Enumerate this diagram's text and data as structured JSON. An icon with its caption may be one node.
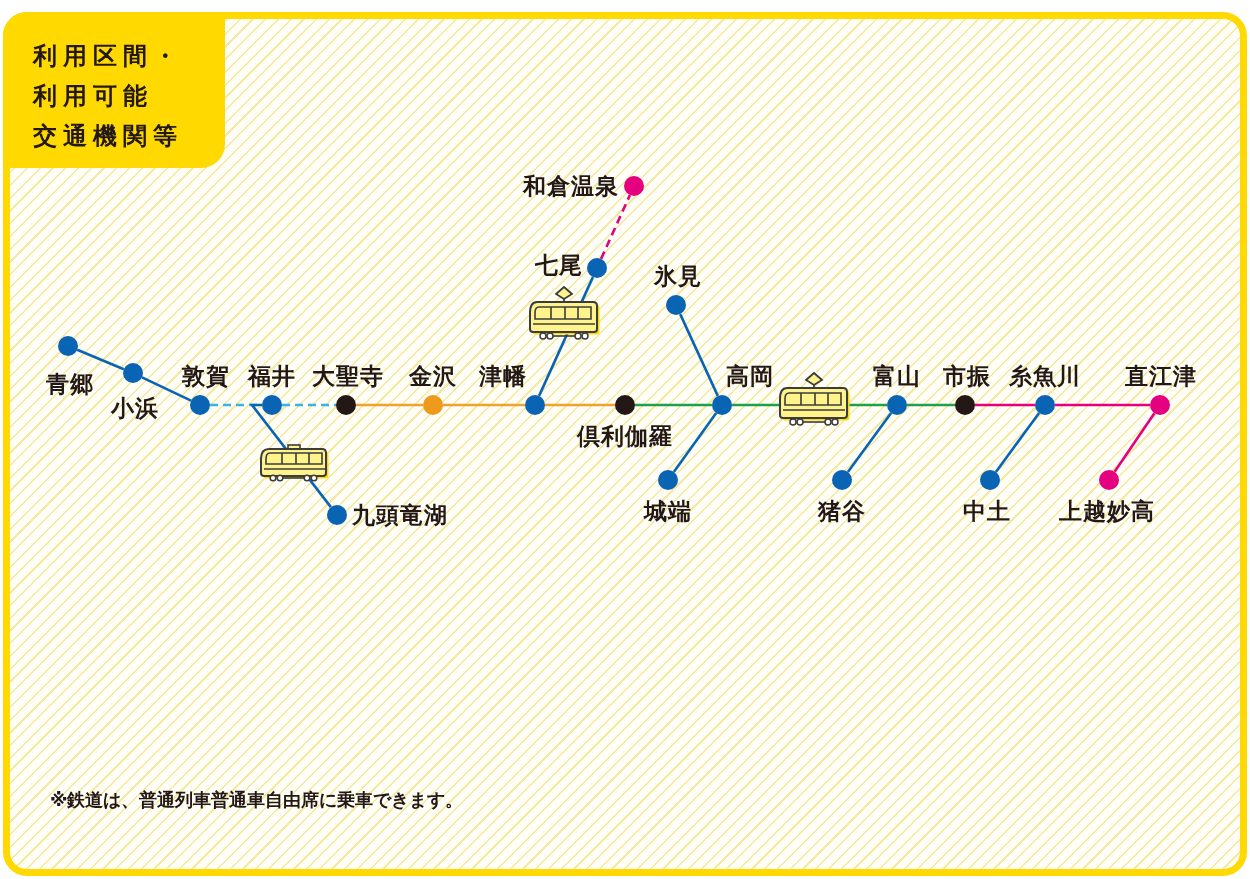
{
  "diagram": {
    "title": "利用区間・利用可能交通機関等",
    "nodes": [
      {
        "text": [],
        "shape": "circle",
        "beside": [
          "和倉温泉"
        ]
      },
      {
        "text": [],
        "shape": "circle",
        "beside": [
          "七尾"
        ]
      },
      {
        "text": [],
        "shape": "circle",
        "beside": [
          "氷見"
        ]
      },
      {
        "text": [],
        "shape": "circle",
        "beside": [
          "青郷"
        ]
      },
      {
        "text": [],
        "shape": "circle",
        "beside": [
          "小浜"
        ]
      },
      {
        "text": [],
        "shape": "circle",
        "beside": [
          "敦賀"
        ]
      },
      {
        "text": [],
        "shape": "circle",
        "beside": [
          "福井"
        ]
      },
      {
        "text": [],
        "shape": "circle",
        "beside": [
          "大聖寺"
        ]
      },
      {
        "text": [],
        "shape": "circle",
        "beside": [
          "金沢"
        ]
      },
      {
        "text": [],
        "shape": "circle",
        "beside": [
          "津幡"
        ]
      },
      {
        "text": [],
        "shape": "circle",
        "beside": [
          "高岡"
        ]
      },
      {
        "text": [],
        "shape": "circle",
        "beside": [
          "富山"
        ]
      },
      {
        "text": [],
        "shape": "circle",
        "beside": [
          "市振"
        ]
      },
      {
        "text": [],
        "shape": "circle",
        "beside": [
          "糸魚川"
        ]
      },
      {
        "text": [],
        "shape": "circle",
        "beside": [
          "直江津"
        ]
      },
      {
        "text": [],
        "shape": "circle",
        "beside": [
          "倶利伽羅"
        ]
      },
      {
        "text": [],
        "shape": "circle",
        "beside": [
          "城端"
        ]
      },
      {
        "text": [],
        "shape": "circle",
        "beside": [
          "猪谷"
        ]
      },
      {
        "text": [],
        "shape": "circle",
        "beside": [
          "中土"
        ]
      },
      {
        "text": [],
        "shape": "circle",
        "beside": [
          "上越妙高"
        ]
      },
      {
        "text": [],
        "shape": "circle",
        "beside": [
          "九頭竜湖"
        ]
      }
    ],
    "edges": [
      {
        "from": 3,
        "to": 4,
        "arrow": "none"
      },
      {
        "from": 4,
        "to": 5,
        "arrow": "none"
      },
      {
        "from": 5,
        "to": 6,
        "arrow": "none",
        "style": "dashed",
        "color": "#38b2e8"
      },
      {
        "from": 6,
        "to": 7,
        "arrow": "none",
        "style": "dashed",
        "color": "#38b2e8"
      },
      {
        "from": 7,
        "to": 8,
        "arrow": "none",
        "color": "#f2a12a"
      },
      {
        "from": 8,
        "to": 9,
        "arrow": "none",
        "color": "#f2a12a"
      },
      {
        "from": 9,
        "to": 15,
        "arrow": "none",
        "color": "#f2a12a"
      },
      {
        "from": 15,
        "to": 10,
        "arrow": "none",
        "color": "#1fa04a"
      },
      {
        "from": 10,
        "to": 11,
        "arrow": "none",
        "color": "#1fa04a"
      },
      {
        "from": 11,
        "to": 12,
        "arrow": "none",
        "color": "#1fa04a"
      },
      {
        "from": 12,
        "to": 13,
        "arrow": "none",
        "color": "#e4007f"
      },
      {
        "from": 13,
        "to": 14,
        "arrow": "none",
        "color": "#e4007f"
      },
      {
        "from": 14,
        "to": 19,
        "arrow": "none",
        "color": "#e4007f"
      },
      {
        "from": 9,
        "to": 1,
        "arrow": "none"
      },
      {
        "from": 1,
        "to": 0,
        "arrow": "none",
        "style": "dashed",
        "color": "#e4007f"
      },
      {
        "from": 2,
        "to": 10,
        "arrow": "none"
      },
      {
        "from": 10,
        "to": 16,
        "arrow": "none"
      },
      {
        "from": 11,
        "to": 17,
        "arrow": "none"
      },
      {
        "from": 13,
        "to": 18,
        "arrow": "none"
      },
      {
        "from": 6,
        "to": 20,
        "arrow": "none"
      }
    ],
    "labels": [
      "※鉄道は、普通列車普通車自由席に乗車できます。"
    ]
  }
}
